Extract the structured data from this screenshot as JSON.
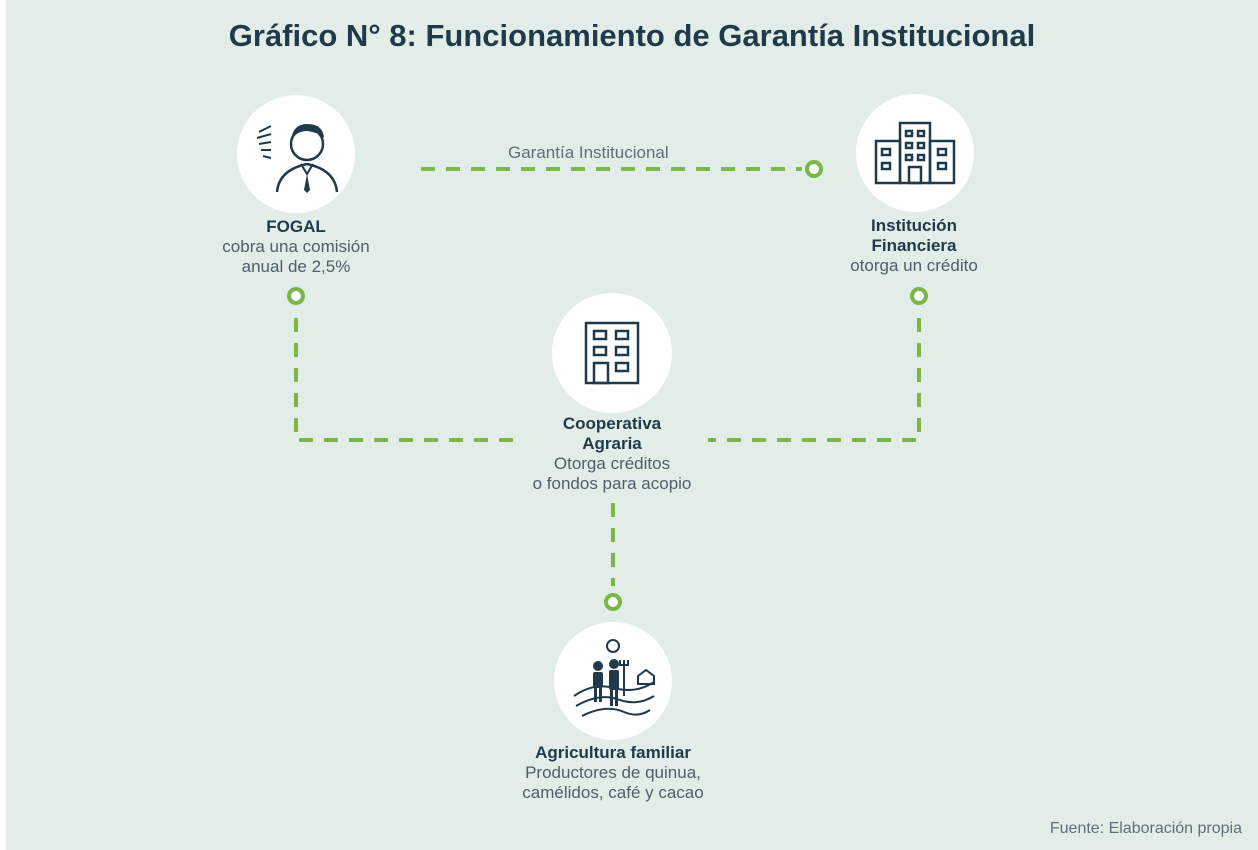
{
  "title": "Gráfico N° 8: Funcionamiento de Garantía Institucional",
  "colors": {
    "background": "#e1ede6",
    "accent_green": "#7ab648",
    "text_dark": "#1f3a4a"
  },
  "nodes": {
    "fogal": {
      "icon": "person-icon",
      "name": "FOGAL",
      "desc_line1": "cobra una comisión",
      "desc_line2": "anual de 2,5%"
    },
    "institucion": {
      "icon": "bank-building-icon",
      "name_line1": "Institución",
      "name_line2": "Financiera",
      "desc": "otorga un crédito"
    },
    "cooperativa": {
      "icon": "office-building-icon",
      "name_line1": "Cooperativa",
      "name_line2": "Agraria",
      "desc_line1": "Otorga créditos",
      "desc_line2": "o fondos para acopio"
    },
    "agricultura": {
      "icon": "farmers-icon",
      "name": "Agricultura familiar",
      "desc_line1": "Productores de quinua,",
      "desc_line2": "camélidos, café y cacao"
    }
  },
  "edges": {
    "guarantee_label": "Garantía Institucional"
  },
  "source": "Fuente: Elaboración propia"
}
